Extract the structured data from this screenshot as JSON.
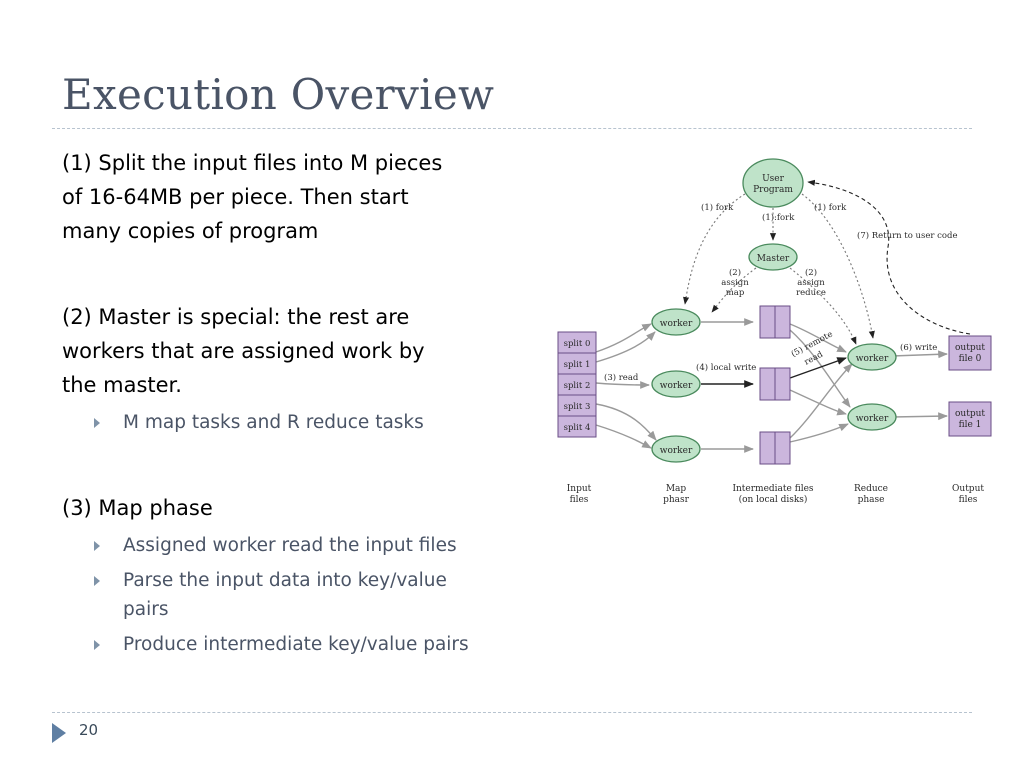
{
  "title": "Execution Overview",
  "paragraphs": [
    {
      "lines": [
        "(1) Split the input files into M pieces",
        "of 16-64MB per piece.  Then start",
        "many copies of program"
      ],
      "bullets": []
    },
    {
      "lines": [
        "(2) Master is special: the rest are",
        "workers that are assigned work by",
        "the master."
      ],
      "bullets": [
        [
          "M map tasks and R reduce tasks"
        ]
      ]
    },
    {
      "lines": [
        "(3) Map phase"
      ],
      "bullets": [
        [
          "Assigned worker read the input files"
        ],
        [
          "Parse the input data into key/value",
          "pairs"
        ],
        [
          "Produce intermediate key/value pairs"
        ]
      ]
    }
  ],
  "page_number": "20",
  "diagram": {
    "user_program": [
      "User",
      "Program"
    ],
    "master": "Master",
    "worker": "worker",
    "fork_left": "(1) fork",
    "fork_center": "(1):fork",
    "fork_right": "(1) fork",
    "return_label": "(7) Return to user code",
    "assign_map": [
      "(2)",
      "assign",
      "map"
    ],
    "assign_reduce": [
      "(2)",
      "assign",
      "reduce"
    ],
    "splits": [
      "split 0",
      "split 1",
      "split 2",
      "split 3",
      "split 4"
    ],
    "read_label": "(3) read",
    "local_write_label": "(4) local write",
    "remote_read_label": [
      "(5) remote",
      "read"
    ],
    "write_label": "(6) write",
    "output_files": [
      [
        "output",
        "file 0"
      ],
      [
        "output",
        "file 1"
      ]
    ],
    "stage_labels": [
      [
        "Input",
        "files"
      ],
      [
        "Map",
        "phasr"
      ],
      [
        "Intermediate files",
        "(on local disks)"
      ],
      [
        "Reduce",
        "phase"
      ],
      [
        "Output",
        "files"
      ]
    ],
    "colors": {
      "node_fill": "#bfe3c9",
      "node_stroke": "#4a8a5d",
      "file_fill": "#cbb6dd",
      "file_stroke": "#6a4d86",
      "arrow": "#9a9a9a",
      "dark_arrow": "#222222"
    }
  }
}
